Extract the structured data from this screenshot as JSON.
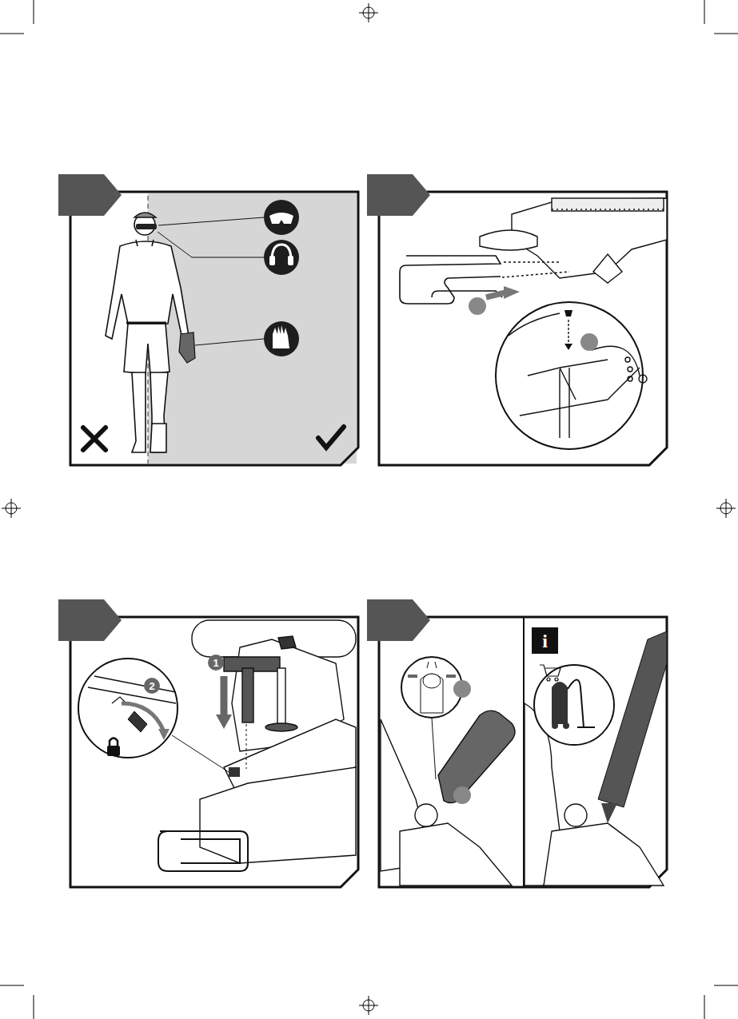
{
  "diagram": {
    "labels": [
      "1",
      "2",
      "i"
    ]
  }
}
